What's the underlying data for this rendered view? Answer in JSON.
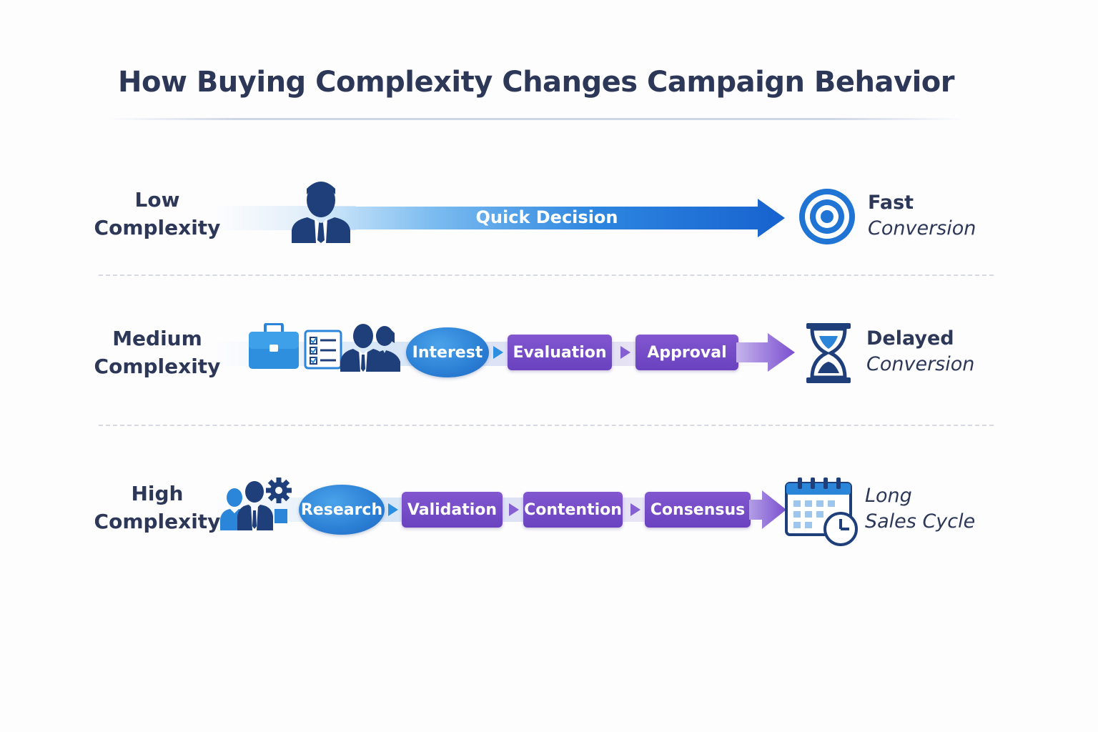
{
  "title": "How Buying Complexity Changes Campaign Behavior",
  "rows": [
    {
      "label_line1": "Low",
      "label_line2": "Complexity",
      "arrow_text": "Quick Decision",
      "outcome_line1": "Fast",
      "outcome_line2": "Conversion",
      "icons": [
        "business-person-icon",
        "target-icon"
      ]
    },
    {
      "label_line1": "Medium",
      "label_line2": "Complexity",
      "steps": [
        "Interest",
        "Evaluation",
        "Approval"
      ],
      "outcome_line1": "Delayed",
      "outcome_line2": "Conversion",
      "icons": [
        "briefcase-icon",
        "checklist-icon",
        "people-pair-icon",
        "hourglass-icon"
      ]
    },
    {
      "label_line1": "High",
      "label_line2": "Complexity",
      "steps": [
        "Research",
        "Validation",
        "Contention",
        "Consensus"
      ],
      "outcome_line1": "Long",
      "outcome_line2": "Sales Cycle",
      "icons": [
        "team-gear-icon",
        "calendar-clock-icon"
      ]
    }
  ],
  "colors": {
    "title": "#2d3858",
    "blue_arrow": "#1f6fd6",
    "step_oval": "#2b7fd4",
    "step_box": "#6a42bf",
    "icon_navy": "#1f3f7a",
    "icon_blue": "#2b86d9"
  }
}
